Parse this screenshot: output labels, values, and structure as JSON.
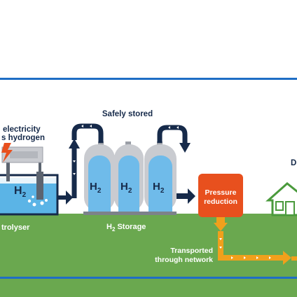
{
  "labels": {
    "safely_stored": "Safely stored",
    "electricity_line1": "electricity",
    "electricity_line2": "s hydrogen",
    "electrolyser": "trolyser",
    "storage_prefix": "H",
    "storage_sub": "2",
    "storage_suffix": " Storage",
    "pressure_line1": "Pressure",
    "pressure_line2": "reduction",
    "transported_line1": "Transported",
    "transported_line2": "through network",
    "right_cut": "D"
  },
  "tanks": [
    {
      "symbol": "H",
      "sub": "2"
    },
    {
      "symbol": "H",
      "sub": "2"
    },
    {
      "symbol": "H",
      "sub": "2"
    }
  ],
  "electrolyser_symbol": {
    "symbol": "H",
    "sub": "2"
  },
  "colors": {
    "blue_line": "#1f6ec5",
    "grass": "#6aa84f",
    "navy": "#162a4a",
    "water": "#5bb4e6",
    "tank_body": "#c9cbd0",
    "tank_gas": "#6fbbea",
    "pressure_box": "#e8501e",
    "pipe_orange": "#f0a01c",
    "house_green": "#4a9a3c"
  }
}
